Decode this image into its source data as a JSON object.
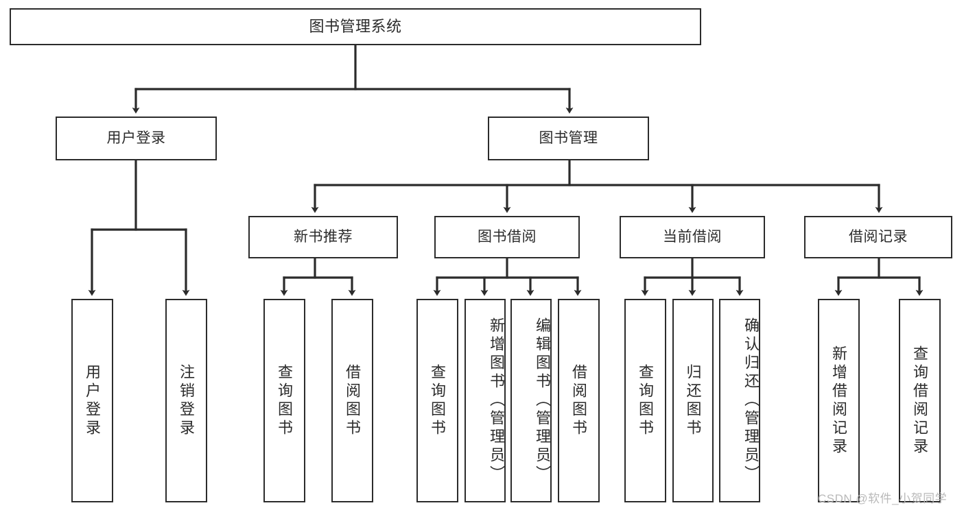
{
  "diagram": {
    "title": "图书管理系统",
    "type": "tree-hierarchy-chart",
    "colors": {
      "stroke": "#2b2b2b",
      "fill": "#ffffff",
      "text": "#2b2b2b",
      "watermark": "#b9b9b9"
    },
    "root": {
      "label": "图书管理系统"
    },
    "level2": [
      {
        "label": "用户登录"
      },
      {
        "label": "图书管理"
      }
    ],
    "level3": [
      {
        "label": "新书推荐"
      },
      {
        "label": "图书借阅"
      },
      {
        "label": "当前借阅"
      },
      {
        "label": "借阅记录"
      }
    ],
    "leaves": {
      "user_login": [
        {
          "label": "用户登录"
        },
        {
          "label": "注销登录"
        }
      ],
      "new_book_recommend": [
        {
          "label": "查询图书"
        },
        {
          "label": "借阅图书"
        }
      ],
      "book_borrow": [
        {
          "label": "查询图书"
        },
        {
          "label": "新增图书（管理员）"
        },
        {
          "label": "编辑图书（管理员）"
        },
        {
          "label": "借阅图书"
        }
      ],
      "current_borrow": [
        {
          "label": "查询图书"
        },
        {
          "label": "归还图书"
        },
        {
          "label": "确认归还（管理员）"
        }
      ],
      "borrow_record": [
        {
          "label": "新增借阅记录"
        },
        {
          "label": "查询借阅记录"
        }
      ]
    }
  },
  "watermark": {
    "text": "CSDN @软件_小贺同学"
  }
}
